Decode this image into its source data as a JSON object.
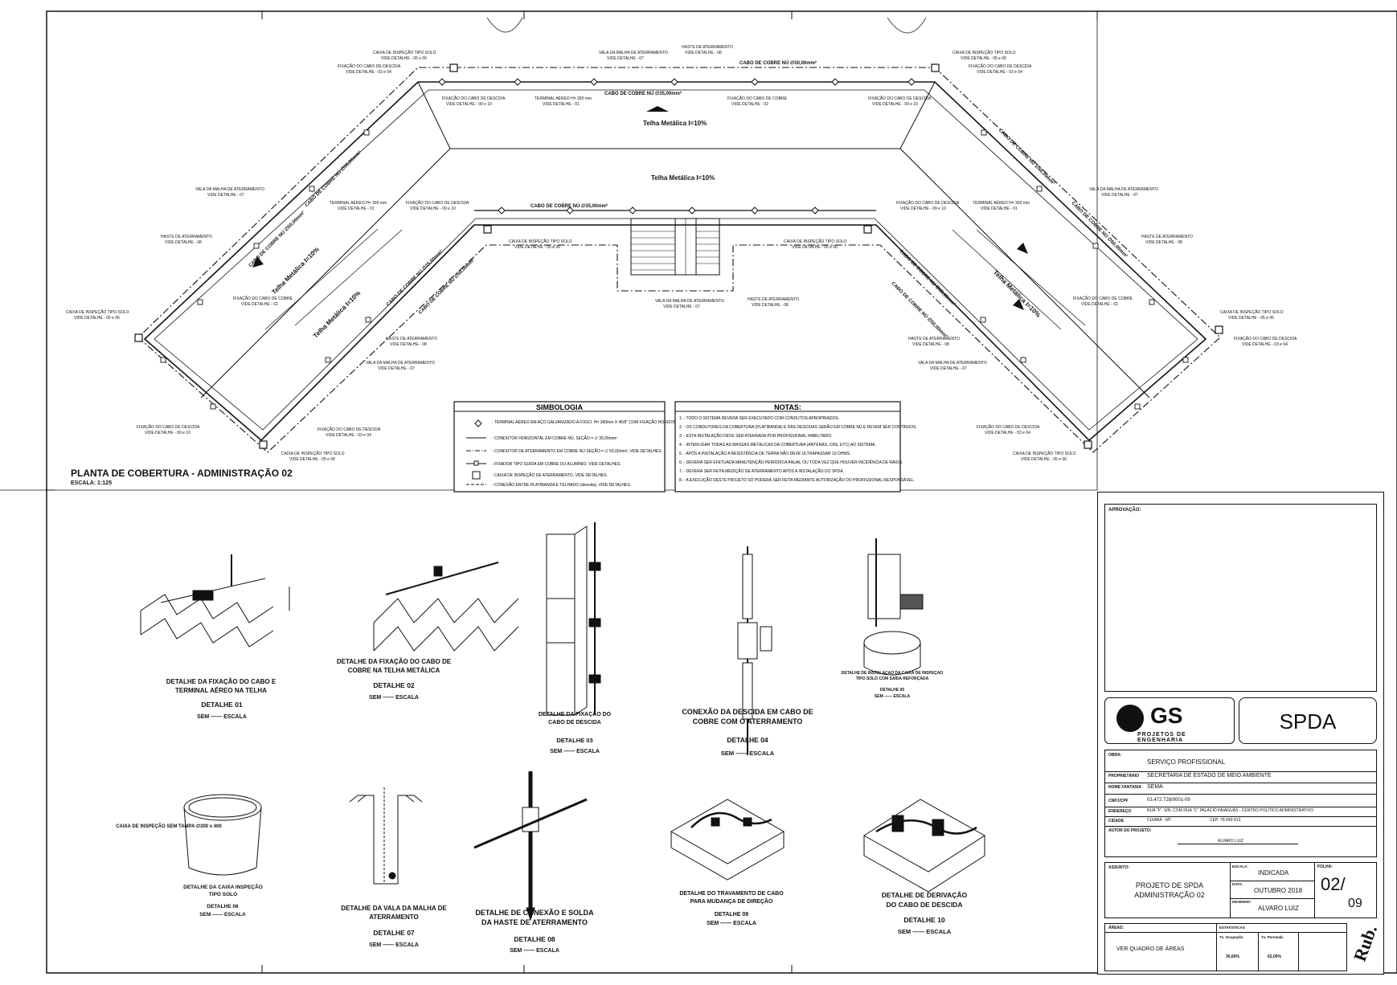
{
  "plan": {
    "title": "PLANTA DE COBERTURA - ADMINISTRAÇÃO 02",
    "scale": "ESCALA: 1:125",
    "roof_labels": [
      "Telha Metálica I=10%",
      "Telha Metálica I=10%",
      "Telha Metálica I=10%",
      "Telha Metálica I=10%",
      "Telha Metálica I=10%"
    ],
    "cable_35": "CABO DE COBRE NÚ ∅35,00mm²",
    "cable_50": "CABO DE COBRE NÚ ∅50,00mm²",
    "callouts": {
      "caixa_inspecao": "CAIXA DE INSPEÇÃO TIPO SOLO",
      "caixa_inspecao_ref": "VIDE DETALHE - 05 e 06",
      "fixacao_descida": "FIXAÇÃO DO CABO DE DESCIDA",
      "fixacao_descida_ref": "VIDE DETALHE - 03 e 04",
      "vala": "VALA DA MALHA DE ATERRAMENTO",
      "vala_ref": "VIDE DETALHE - 07",
      "haste": "HASTE DE ATERRAMENTO",
      "haste_ref": "VIDE DETALHE - 08",
      "terminal": "TERMINAL AÉREO H= 300 mm",
      "terminal_ref": "VIDE DETALHE - 01",
      "fixacao_cobre": "FIXAÇÃO DO CABO DE COBRE",
      "fixacao_cobre_ref": "VIDE DETALHE - 02",
      "fixacao_cobre2_ref": "VIDE DETALHE - 09 e 10"
    }
  },
  "simbologia": {
    "title": "SIMBOLOGIA",
    "items": [
      "- TERMINAL AÉREO EM AÇO GALVANIZADO A FOGO. H= 300mm X 45/8\" COM FIXAÇÃO HORIZONTAL, SEM ISOLADORES, VIDE DETALHES.",
      "- CONDUTOR HORIZONTAL EM COBRE NÚ, SEÇÃO = ∅ 35,00mm²",
      "- CONDUTOR DE ATERRAMENTO EM COBRE NÚ SEÇÃO = ∅ 50,00mm², VIDE DETALHES.",
      "- FIXADOR TIPO GUIDA EM COBRE OU ALUMÍNIO. VIDE DETALHES.",
      "- CAIXA DE INSPEÇÃO DE ATERRAMENTO. VIDE DETALHES.",
      "- CONEXÃO ENTRE PLATIBANDA E TELHADO (descida), VIDE DETALHES."
    ]
  },
  "notas": {
    "title": "NOTAS:",
    "items": [
      "1. - TODO O SISTEMA DEVERÁ SER EXECUTADO COM CONDUTOS APROPRIADOS.",
      "2. - OS CONDUTORES DA COBERTURA (PLATIBANDA) E DAS DESCIDAS SERÃO EM COBRE NÚ E DEVEM SER CONTÍNUOS.",
      "3. - ESTA INSTALAÇÃO DEVE SER ATERRADA POR PROFISSIONAL HABILITADO.",
      "4. - INTERLIGAR TODAS AS MASSAS METÁLICAS DA COBERTURA (ANTENAS, CRS, ETC) AO SISTEMA.",
      "5. - APÓS A INSTALAÇÃO A RESISTÊNCIA DE TERRA NÃO DEVE ULTRAPASSAR 10 OHMS.",
      "6. - DEVERÁ SER EFETUADA MANUTENÇÃO PERIÓDICA ANUAL OU TODA VEZ QUE HOUVER INCIDÊNCIA DE RAIOS.",
      "7. - DEVERÁ SER FEITA MEDIÇÃO DE ATERRAMENTO APÓS A INSTALAÇÃO DO SPDA.",
      "8. - A EXECUÇÃO DESTE PROJETO SÓ PODERÁ SER FEITA MEDIANTE AUTORIZAÇÃO DO PROFISSIONAL RESPONSÁVEL."
    ]
  },
  "details": [
    {
      "caption": "DETALHE DA FIXAÇÃO DO CABO E TERMINAL AÉREO NA TELHA",
      "num": "DETALHE 01",
      "scale": "SEM —— ESCALA"
    },
    {
      "caption": "DETALHE DA FIXAÇÃO DO CABO DE COBRE NA TELHA METÁLICA",
      "num": "DETALHE 02",
      "scale": "SEM —— ESCALA"
    },
    {
      "caption": "DETALHE DA FIXAÇÃO DO CABO DE DESCIDA",
      "num": "DETALHE 03",
      "scale": "SEM —— ESCALA"
    },
    {
      "caption": "CONEXÃO DA DESCIDA EM CABO DE COBRE COM O ATERRAMENTO",
      "num": "DETALHE 04",
      "scale": "SEM —— ESCALA"
    },
    {
      "caption": "DETALHE DE INSTALAÇÃO DA CAIXA DE INSPEÇÃO TIPO SOLO COM SAÍDA REFORÇADA",
      "num": "DETALHE 05",
      "scale": "SEM —— ESCALA"
    },
    {
      "caption": "DETALHE DA CAIXA INSPEÇÃO TIPO SOLO",
      "num": "DETALHE 06",
      "scale": "SEM —— ESCALA",
      "extra": "CAIXA DE INSPEÇÃO SEM TAMPA ∅300 x 400"
    },
    {
      "caption": "DETALHE DA VALA DA MALHA DE ATERRAMENTO",
      "num": "DETALHE 07",
      "scale": "SEM —— ESCALA"
    },
    {
      "caption": "DETALHE DE CONEXÃO E SOLDA DA HASTE DE ATERRAMENTO",
      "num": "DETALHE 08",
      "scale": "SEM —— ESCALA"
    },
    {
      "caption": "DETALHE DO TRAVAMENTO DE CABO PARA MUDANÇA DE DIREÇÃO",
      "num": "DETALHE 09",
      "scale": "SEM —— ESCALA"
    },
    {
      "caption": "DETALHE DE DERIVAÇÃO DO CABO DE DESCIDA",
      "num": "DETALHE 10",
      "scale": "SEM —— ESCALA"
    }
  ],
  "titleblock": {
    "aprovacao": "APROVAÇÃO:",
    "company": "GS",
    "company_sub": "PROJETOS DE ENGENHARIA",
    "discipline": "SPDA",
    "obra_label": "OBRA:",
    "obra": "SERVIÇO PROFISSIONAL",
    "proprietario_label": "PROPRIETÁRIO",
    "proprietario": "SECRETARIA DE ESTADO DE MEIO AMBIENTE",
    "nome_fantasia_label": "NOME FANTASIA",
    "nome_fantasia": "SEMA",
    "cnpj_label": "CNPJ/CPF",
    "cnpj": "03.472.728/0001-09",
    "endereco_label": "ENDEREÇO",
    "endereco": "RUA \"F\", S/N, COM RUA \"C\" PALÁCIO PAIAGUÁS - CENTRO POLÍTICO ADMINISTRATIVO",
    "cidade_label": "CIDADE",
    "cidade": "CUIABÁ - MT",
    "cep": "CEP: 78.049-913",
    "autor_label": "AUTOR DO PROJETO:",
    "autor": "ÁLVARO LUIZ",
    "assunto_label": "ASSUNTO:",
    "assunto": "PROJETO DE SPDA ADMINISTRAÇÃO 02",
    "escala_label": "ESCALA:",
    "escala": "INDICADA",
    "data_label": "DATA:",
    "data": "OUTUBRO 2018",
    "desenho_label": "DESENHO:",
    "desenho": "ALVARO LUIZ",
    "folha_label": "FOLHA:",
    "folha": "02/",
    "folha_total": "09",
    "areas_label": "ÁREAS:",
    "estatisticas": "ESTATÍSTICAS",
    "tx_ocupacao_label": "Tx. Ocupação",
    "tx_permeab_label": "Tx. Permeab.",
    "tx_ocupacao": "30,60%",
    "tx_permeab": "62,00%",
    "areas": "VER QUADRO DE ÁREAS",
    "stamp": "Rub."
  }
}
